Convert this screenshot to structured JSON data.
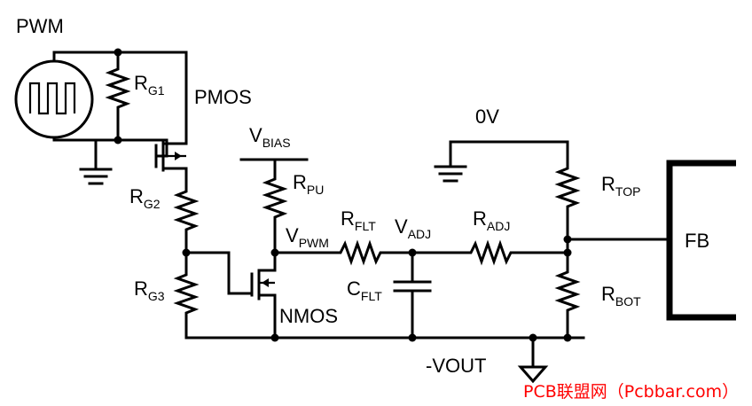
{
  "labels": {
    "pwm": "PWM",
    "rg1": {
      "main": "R",
      "sub": "G1"
    },
    "pmos": "PMOS",
    "rg2": {
      "main": "R",
      "sub": "G2"
    },
    "rg3": {
      "main": "R",
      "sub": "G3"
    },
    "vbias": {
      "main": "V",
      "sub": "BIAS"
    },
    "rpu": {
      "main": "R",
      "sub": "PU"
    },
    "vpwm": {
      "main": "V",
      "sub": "PWM"
    },
    "nmos": "NMOS",
    "rflt": {
      "main": "R",
      "sub": "FLT"
    },
    "vadj": {
      "main": "V",
      "sub": "ADJ"
    },
    "cflt": {
      "main": "C",
      "sub": "FLT"
    },
    "radj": {
      "main": "R",
      "sub": "ADJ"
    },
    "zero_v": "0V",
    "rtop": {
      "main": "R",
      "sub": "TOP"
    },
    "rbot": {
      "main": "R",
      "sub": "BOT"
    },
    "fb": "FB",
    "vout": "-VOUT"
  },
  "watermark": "PCB联盟网（Pcbbar.com）",
  "colors": {
    "wire": "#000000",
    "watermark": "#ff0000"
  }
}
